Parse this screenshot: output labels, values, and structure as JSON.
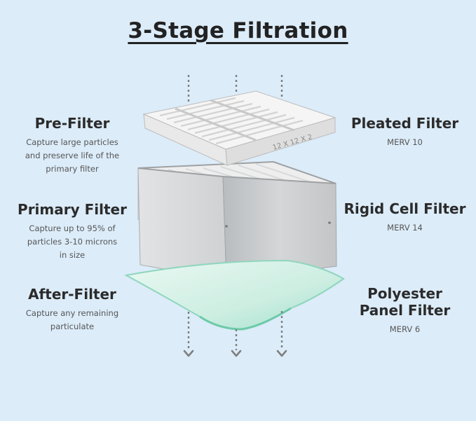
{
  "title": "3-Stage Filtration",
  "left": [
    {
      "title": "Pre-Filter",
      "desc": [
        "Capture large particles",
        "and preserve life of the",
        "primary filter"
      ]
    },
    {
      "title": "Primary Filter",
      "desc": [
        "Capture up to 95% of",
        "particles 3-10 microns",
        "in size"
      ]
    },
    {
      "title": "After-Filter",
      "desc": [
        "Capture any remaining",
        "particulate"
      ]
    }
  ],
  "right": [
    {
      "title": [
        "Pleated Filter"
      ],
      "desc": "MERV 10"
    },
    {
      "title": [
        "Rigid Cell Filter"
      ],
      "desc": "MERV 14"
    },
    {
      "title": [
        "Polyester",
        "Panel Filter"
      ],
      "desc": "MERV 6"
    }
  ],
  "filter_size_text": "12 X 12 X 2",
  "colors": {
    "background": "#dcecf9",
    "frame": "#f4f4f4",
    "housing": "#c9cbcd",
    "media": "#d3f0e6",
    "arrow": "#808080"
  }
}
